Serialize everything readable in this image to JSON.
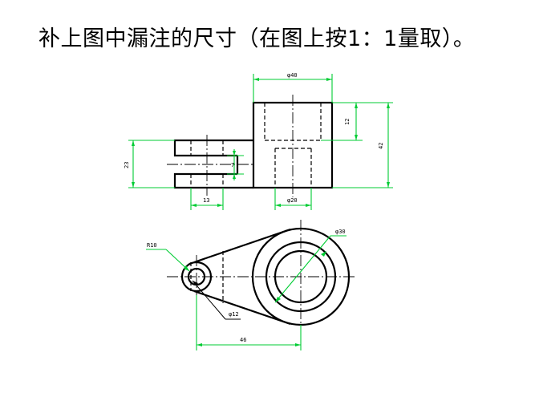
{
  "title": "补上图中漏注的尺寸（在图上按1：1量取）。",
  "colors": {
    "object_line": "#000000",
    "dimension_line": "#00cc33"
  },
  "dimensions": {
    "top_width": "φ40",
    "height_upper": "12",
    "height_total": "42",
    "fork_height": "23",
    "slot": "7",
    "fork_depth": "13",
    "bore": "φ20",
    "boss_outer": "φ30",
    "small_hole": "φ12",
    "small_radius": "R10",
    "center_distance": "46"
  }
}
